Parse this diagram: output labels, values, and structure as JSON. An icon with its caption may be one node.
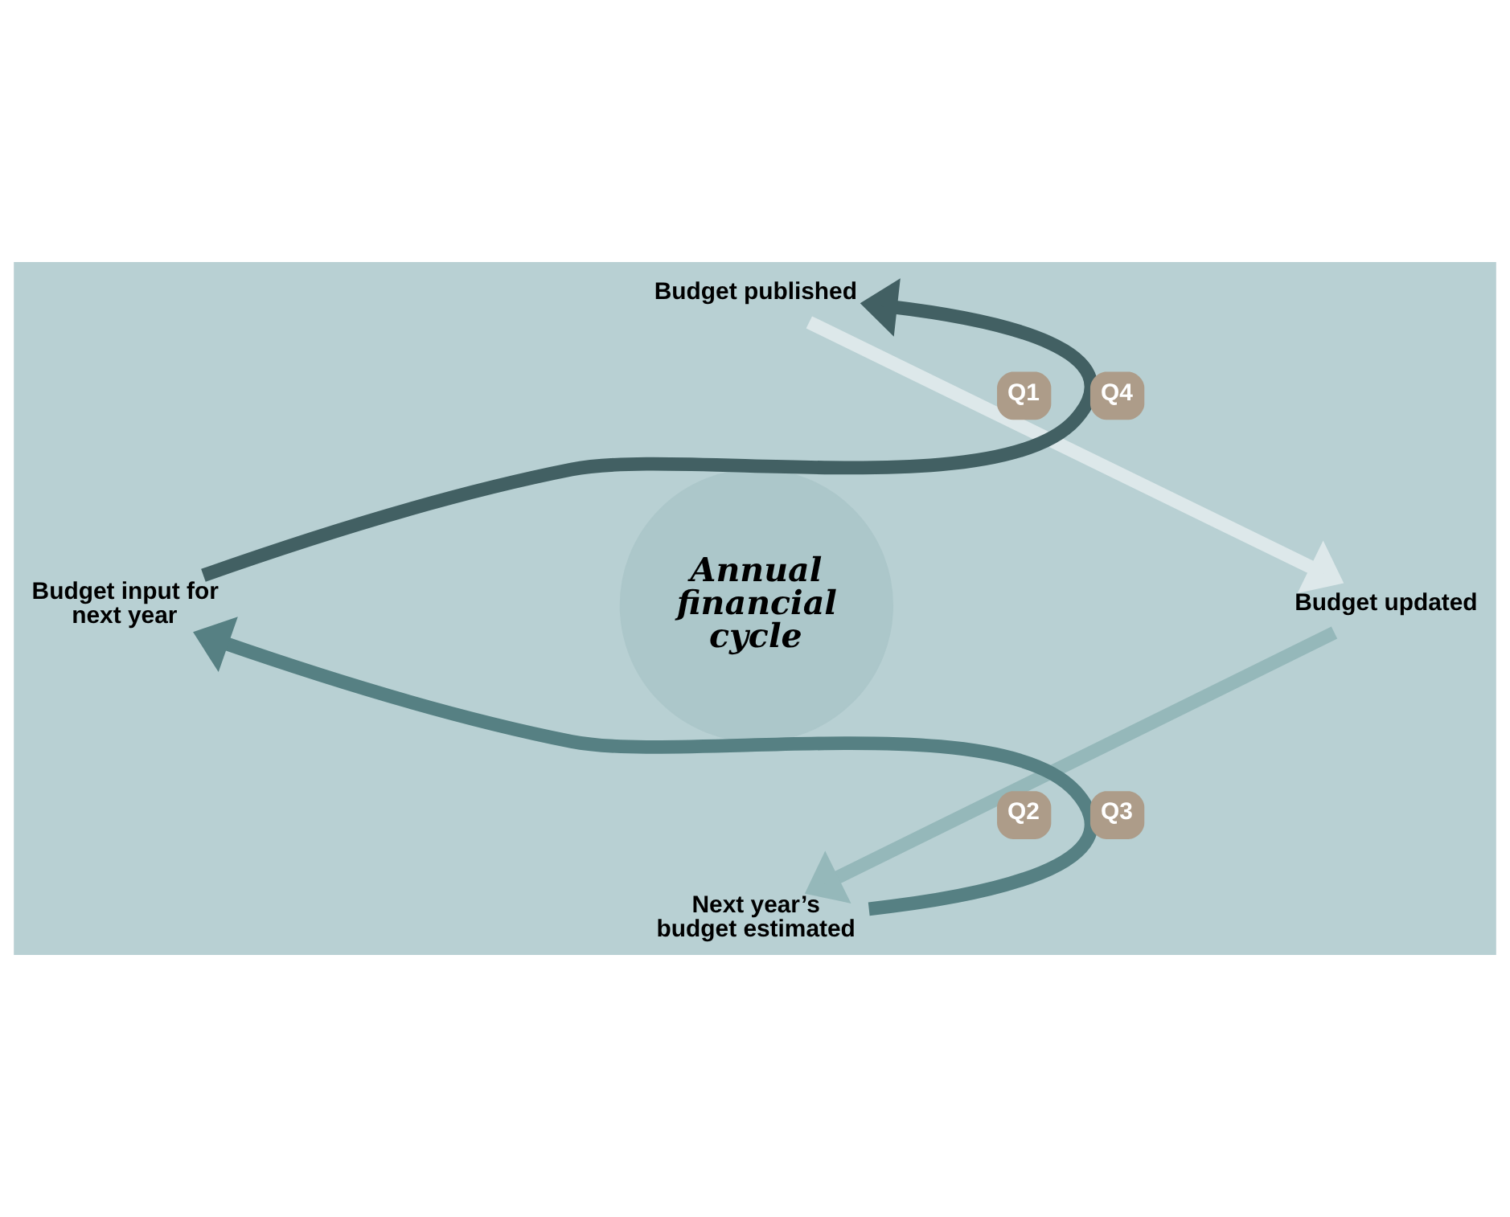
{
  "diagram": {
    "nodes": [
      {
        "text": [
          "Annual financial cycle"
        ]
      },
      {
        "text": [
          "Budget published"
        ]
      },
      {
        "text": [
          "Budget updated"
        ]
      },
      {
        "text": [
          "Next year’s budget estimated"
        ]
      },
      {
        "text": [
          "Budget input for next year"
        ]
      }
    ],
    "edges": [
      {
        "from": 1,
        "to": 2,
        "arrow": "to",
        "label": "Q1",
        "color": "#dde8ea"
      },
      {
        "from": 2,
        "to": 3,
        "arrow": "to",
        "label": "Q2",
        "color": "#95b8ba"
      },
      {
        "from": 3,
        "to": 4,
        "arrow": "to",
        "label": "Q3",
        "color": "#568083"
      },
      {
        "from": 4,
        "to": 1,
        "arrow": "to",
        "label": "Q4",
        "color": "#426063"
      }
    ]
  }
}
